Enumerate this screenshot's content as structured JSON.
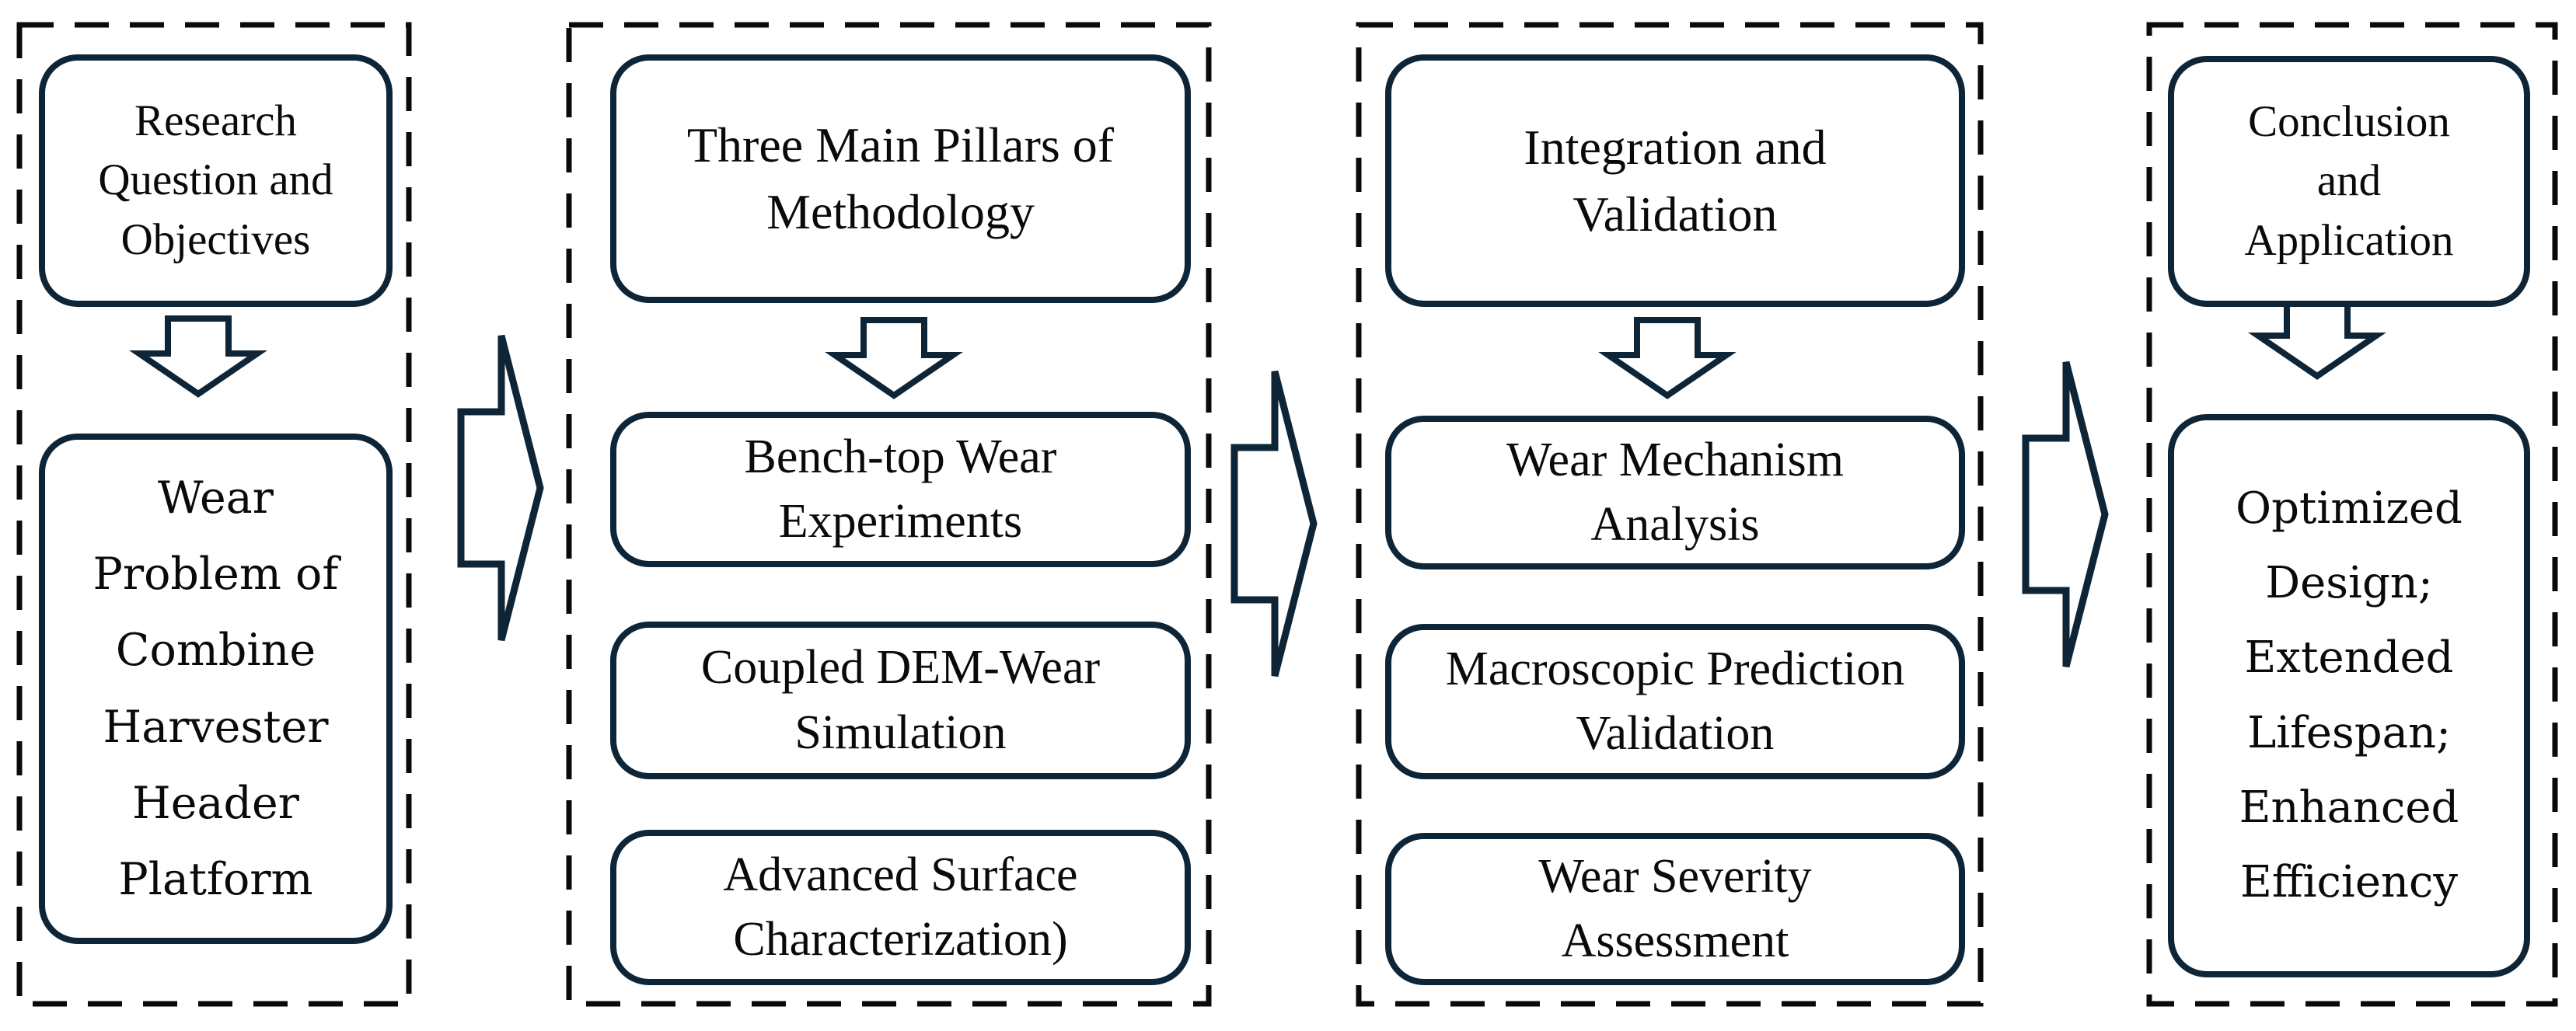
{
  "colors": {
    "box_outline": "#0e2537",
    "dashed_frame": "#0a0a0a",
    "text": "#0a0a0a",
    "background": "#ffffff"
  },
  "stages": [
    {
      "name": "research-problem-stage",
      "boxes": [
        {
          "label": "Research\nQuestion and\nObjectives"
        },
        {
          "label": "Wear\nProblem of\nCombine\nHarvester\nHeader\nPlatform"
        }
      ]
    },
    {
      "name": "methodology-stage",
      "boxes": [
        {
          "label": "Three Main Pillars of\nMethodology"
        },
        {
          "label": "Bench-top Wear\nExperiments"
        },
        {
          "label": "Coupled DEM-Wear\nSimulation"
        },
        {
          "label": "Advanced Surface\nCharacterization)"
        }
      ]
    },
    {
      "name": "integration-validation-stage",
      "boxes": [
        {
          "label": "Integration and\nValidation"
        },
        {
          "label": "Wear Mechanism\nAnalysis"
        },
        {
          "label": "Macroscopic Prediction\nValidation"
        },
        {
          "label": "Wear Severity\nAssessment"
        }
      ]
    },
    {
      "name": "conclusion-stage",
      "boxes": [
        {
          "label": "Conclusion\nand\nApplication"
        },
        {
          "label": "Optimized\nDesign;\nExtended\nLifespan;\nEnhanced\nEfficiency"
        }
      ]
    }
  ],
  "connectors": {
    "down_arrows": 4,
    "right_arrows": 3,
    "down_arrow_icon": "block-arrow-down",
    "right_arrow_icon": "block-arrow-right"
  }
}
